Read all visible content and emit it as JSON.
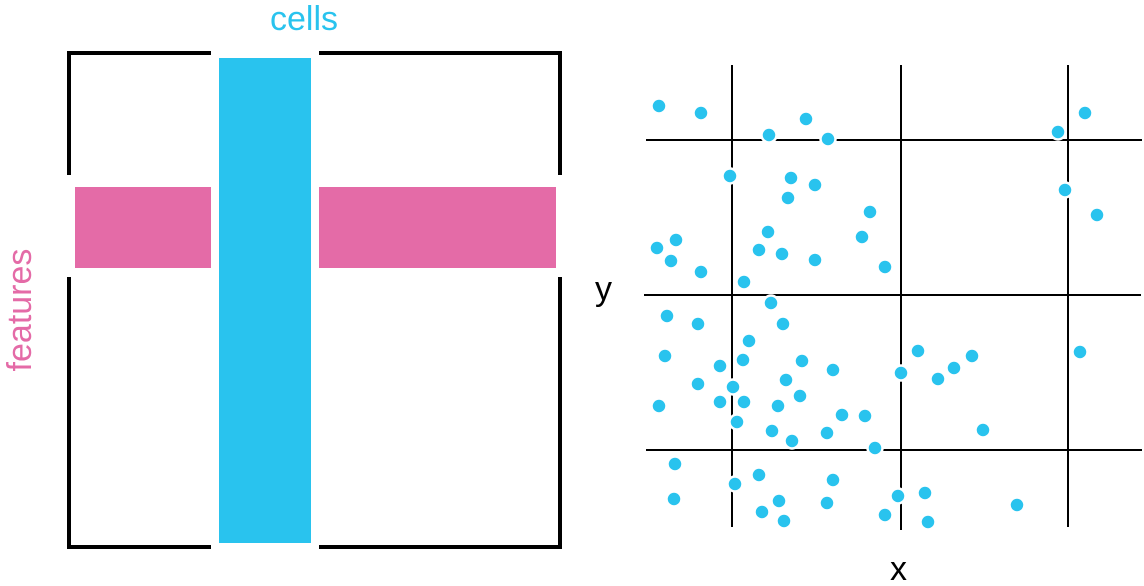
{
  "matrix": {
    "column_label": "cells",
    "row_label": "features"
  },
  "scatter": {
    "x_label": "x",
    "y_label": "y"
  },
  "colors": {
    "cells": "#29c3ee",
    "features": "#e46ba7",
    "lines": "#000000"
  }
}
